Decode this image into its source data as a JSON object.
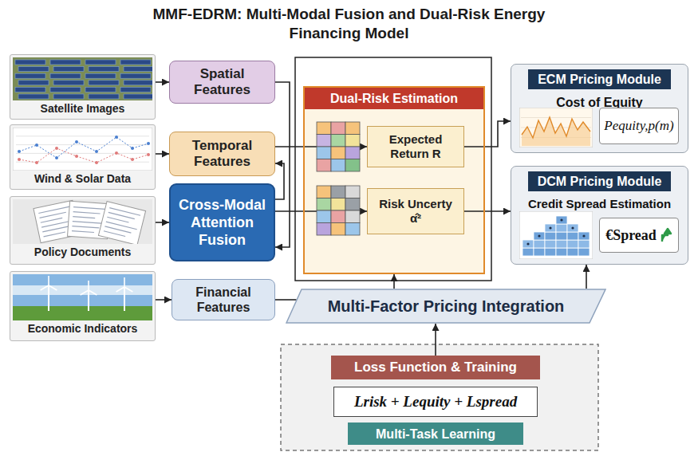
{
  "diagram": {
    "title": "MMF-EDRM: Multi-Modal Fusion and Dual-Risk Energy Financing Model",
    "nodes": [
      {
        "text": [
          "Satellite Images"
        ]
      },
      {
        "text": [
          "Wind & Solar Data"
        ]
      },
      {
        "text": [
          "Policy Documents"
        ]
      },
      {
        "text": [
          "Economic Indicators"
        ]
      },
      {
        "text": [
          "Spatial Features"
        ]
      },
      {
        "text": [
          "Temporal Features"
        ]
      },
      {
        "text": [
          "Cross-Modal Attention Fusion"
        ]
      },
      {
        "text": [
          "Financial Features"
        ]
      },
      {
        "text": [
          "Dual-Risk Estimation"
        ]
      },
      {
        "text": [
          "Expected Return R"
        ],
        "in": 8
      },
      {
        "text": [
          "Risk Uncerty α̂²"
        ],
        "in": 8
      },
      {
        "text": [
          "ECM Pricing Module",
          "Cost of Equity"
        ]
      },
      {
        "text": [
          "DCM Pricing Module",
          "Credit Spread Estimation"
        ]
      },
      {
        "text": [
          "Multi-Factor Pricing Integration"
        ]
      },
      {
        "text": [
          "Loss Function & Training"
        ]
      },
      {
        "text": [
          "Lrisk + Lequity + Lspread"
        ]
      },
      {
        "text": [
          "Multi-Task Learning"
        ]
      }
    ],
    "edges": [
      {
        "from": 0,
        "to": 4,
        "arrow": "to"
      },
      {
        "from": 1,
        "to": 5,
        "arrow": "to"
      },
      {
        "from": 2,
        "to": 6,
        "arrow": "to"
      },
      {
        "from": 3,
        "to": 7,
        "arrow": "to"
      },
      {
        "from": 4,
        "to": 6,
        "arrow": "to"
      },
      {
        "from": 6,
        "to": 5,
        "arrow": "to"
      },
      {
        "from": 5,
        "to": 9,
        "arrow": "to"
      },
      {
        "from": 6,
        "to": 10,
        "arrow": "to"
      },
      {
        "from": 9,
        "to": 11,
        "arrow": "to"
      },
      {
        "from": 10,
        "to": 12,
        "arrow": "to"
      },
      {
        "from": 13,
        "to": 8,
        "arrow": "to"
      },
      {
        "from": 13,
        "to": 12,
        "arrow": "to"
      },
      {
        "from": 7,
        "to": 13,
        "arrow": "none"
      },
      {
        "from": 14,
        "to": 13,
        "arrow": "to"
      }
    ],
    "labels": [
      "Pequity,p(m)",
      "€Spread"
    ]
  }
}
